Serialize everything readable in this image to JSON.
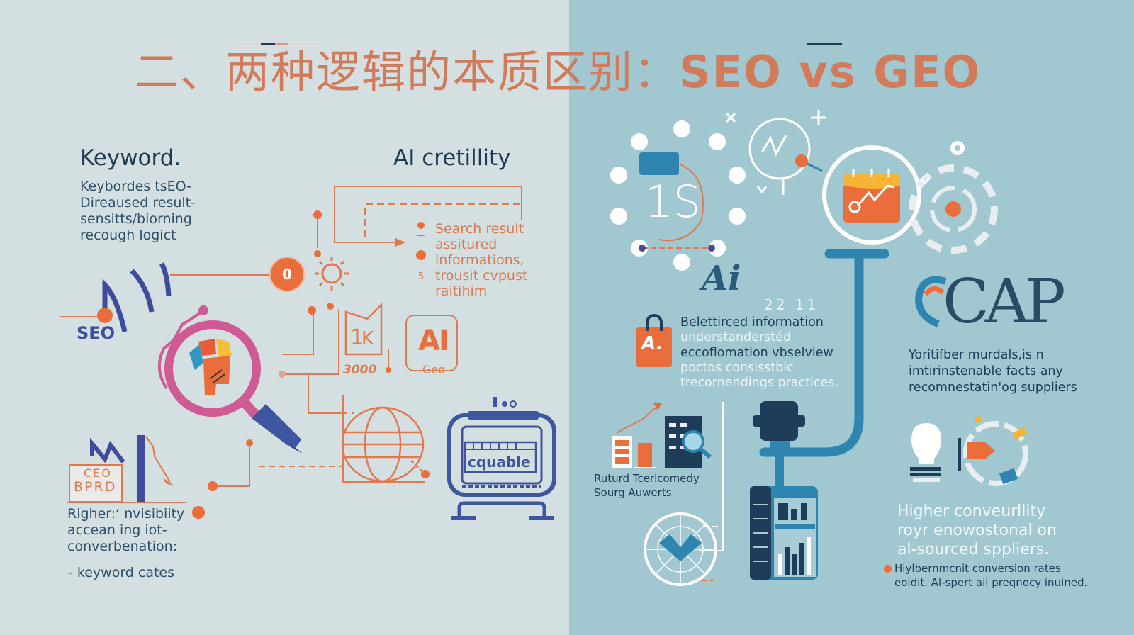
{
  "title": {
    "prefix": "二、两种逻辑的本质区别：",
    "suffix": "SEO vs GEO",
    "color": "#d17b5b"
  },
  "colors": {
    "left_bg": "#d3dfe0",
    "right_bg": "#a1c8d0",
    "orange": "#ea6d3c",
    "navy": "#1f3b54",
    "indigo": "#3e4c9c",
    "pink": "#d05a93",
    "steel_blue": "#2e86b0"
  },
  "left": {
    "keyword_block": {
      "heading": "Keyword.",
      "lines": [
        "Keybordes tsEO-",
        "Direaused result-",
        "sensitts/biorning",
        "recough logict"
      ]
    },
    "ai_block": {
      "heading": "AI cretillity",
      "lines": [
        "Search result",
        "assitured",
        "informations,",
        "trousit cvpust",
        "raitihim"
      ],
      "bullet_number": "5"
    },
    "seo_label": "SEO",
    "badge_text": "0",
    "chart_box": {
      "line1": "CEO",
      "line2": "BPRD"
    },
    "stat_number": "3000",
    "ai_box": {
      "label": "AI",
      "caption": "Geo"
    },
    "terminal_label": "cquable",
    "visibility_block": {
      "lines": [
        "Righer:‘ nvisibiity",
        "accean ing iot-",
        "converbenation:"
      ],
      "bullet": "- keyword cates"
    }
  },
  "right": {
    "icon_1s_label": "1S",
    "ai_logo": "Ai",
    "numbers": "22 11",
    "tag_icon_label": "A.",
    "info_block": {
      "lines_dark": [
        "Belettirced information"
      ],
      "line2": "understanderstéd",
      "line3": "eccoflomation  vbselview",
      "line4": "poctos consisstbic",
      "line5": "trecornendings practices."
    },
    "cap_logo": "CAP",
    "supplier_block": {
      "lines": [
        "Yoritifber murdals,is n",
        "imtirinstenable facts any",
        "recomnestatin'og suppliers"
      ]
    },
    "chart_caption": [
      "Ruturd Tcerlcomedy",
      "Sourg Auwerts"
    ],
    "conversion_block": {
      "lines": [
        "Higher conveurllity",
        "royr enowostonal on",
        "al-sourced sppliers."
      ],
      "bullet_lines": [
        "Hiylbernmcnit conversion rates",
        "eoidit. Al-spert ail preqnocy inuined."
      ]
    }
  }
}
